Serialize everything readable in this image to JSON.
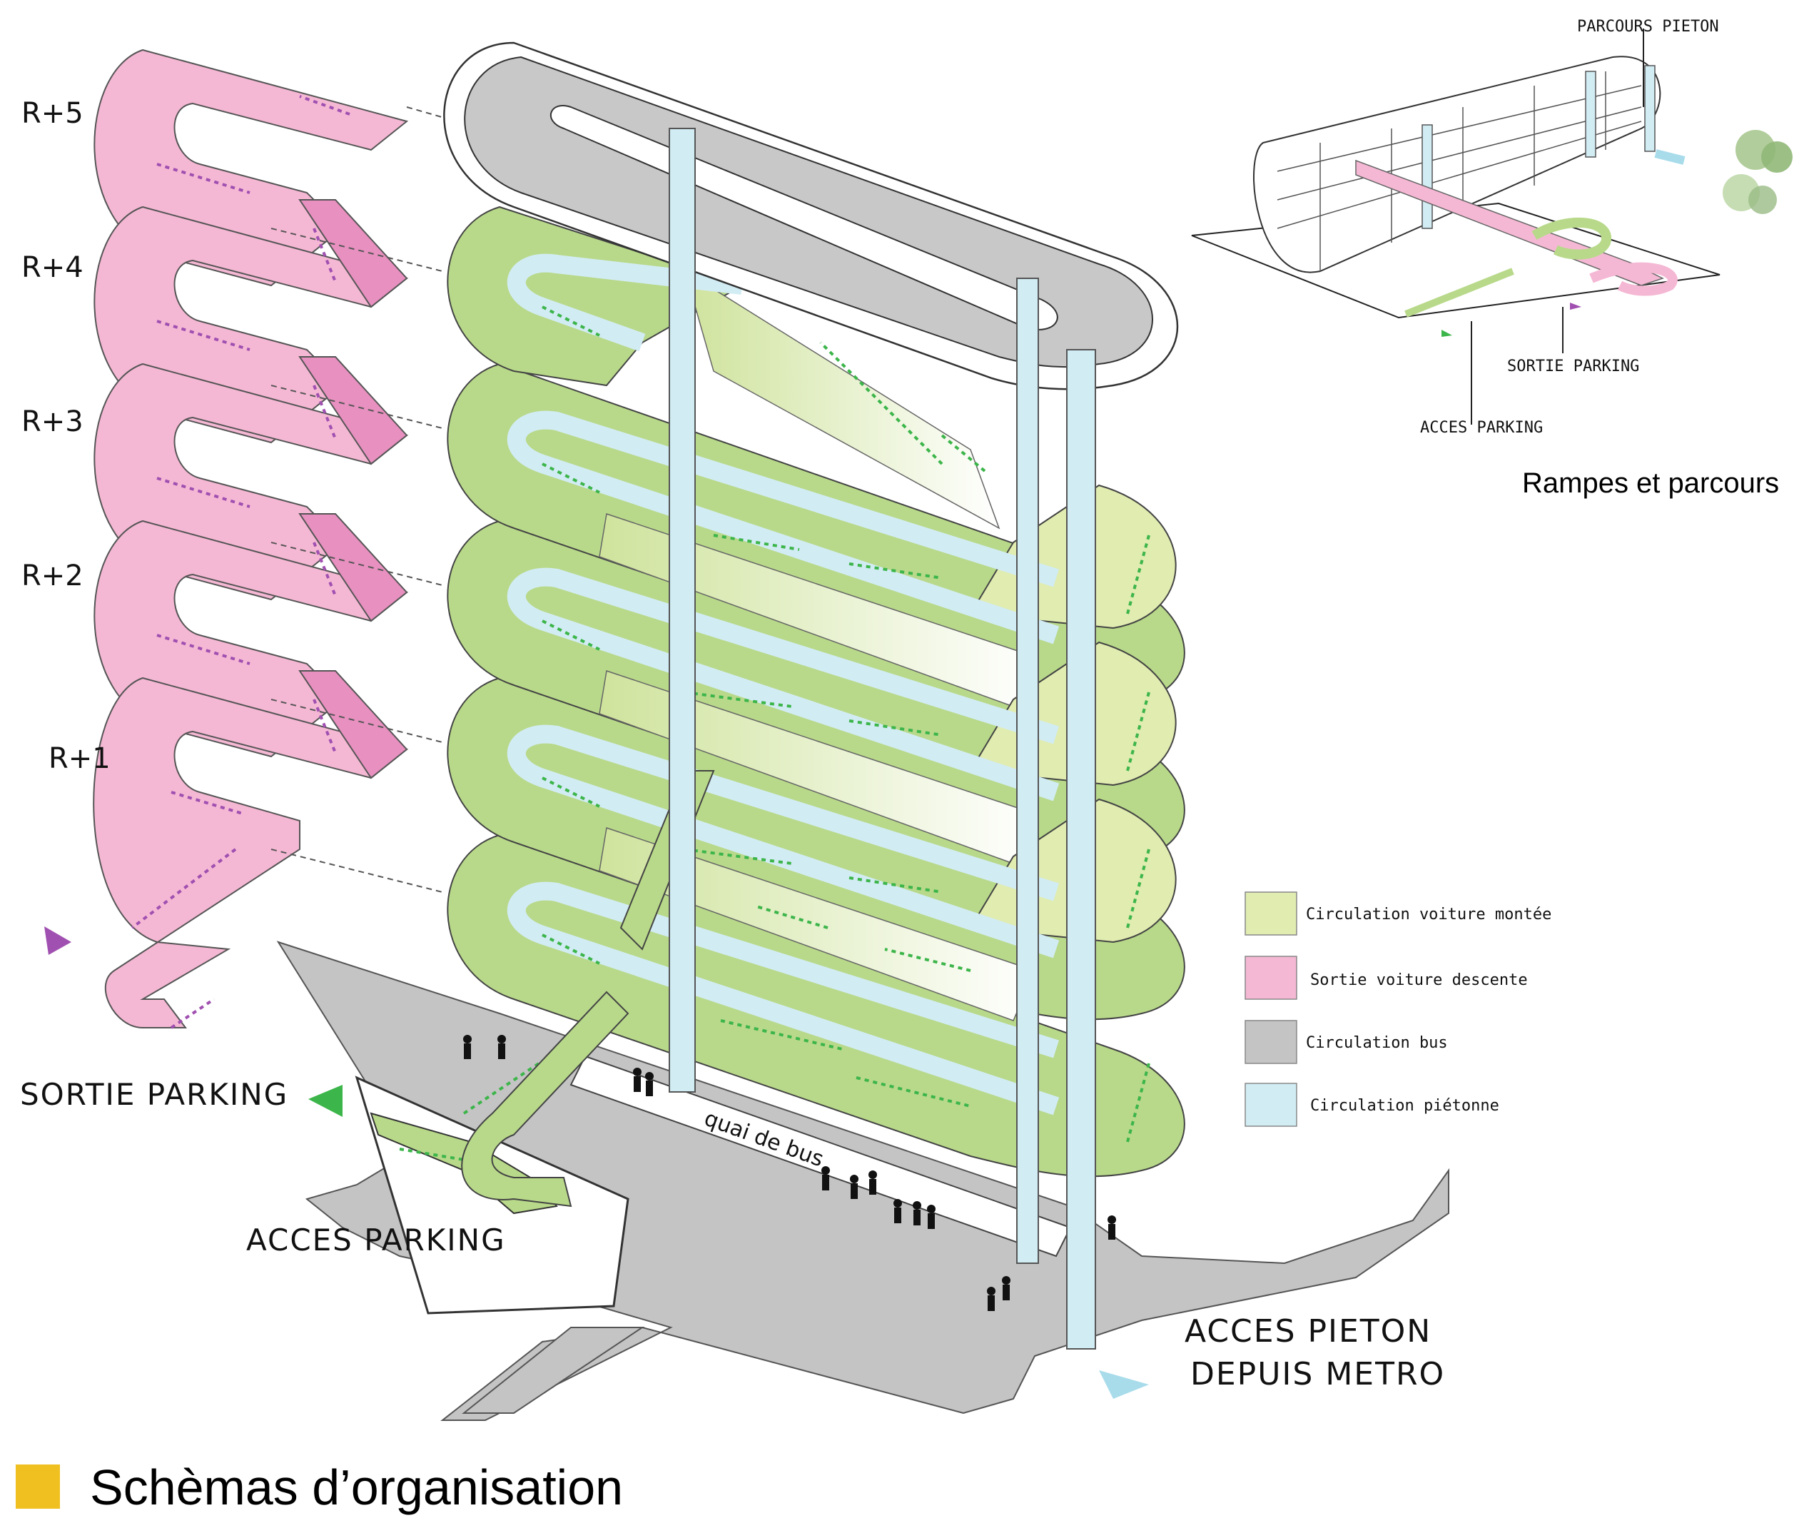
{
  "levels": [
    "R+5",
    "R+4",
    "R+3",
    "R+2",
    "R+1"
  ],
  "labels": {
    "sortie_parking": "SORTIE PARKING",
    "acces_parking": "ACCES PARKING",
    "acces_pieton_1": "ACCES PIETON",
    "acces_pieton_2": "DEPUIS METRO",
    "quai_de_bus": "quai de bus"
  },
  "legend": [
    {
      "label": "Circulation voiture montée",
      "color": "#e0ecb0"
    },
    {
      "label": "Sortie voiture descente",
      "color": "#f5b8d4"
    },
    {
      "label": "Circulation bus",
      "color": "#c4c4c4"
    },
    {
      "label": "Circulation piétonne",
      "color": "#d2ecf4"
    }
  ],
  "inset": {
    "caption": "Rampes et parcours",
    "parcours_pieton": "PARCOURS PIETON",
    "sortie_parking": "SORTIE PARKING",
    "acces_parking": "ACCES PARKING"
  },
  "footer": {
    "title": "Schèmas d’organisation",
    "marker_color": "#f0c020"
  },
  "colors": {
    "pink": "#f5b8d4",
    "pink_dark": "#e07ab0",
    "green": "#b8d98a",
    "green_light": "#e0ecb0",
    "blue": "#d2ecf4",
    "grey": "#c4c4c4",
    "purple_arrow": "#a050b0",
    "green_arrow": "#3cb54a"
  }
}
